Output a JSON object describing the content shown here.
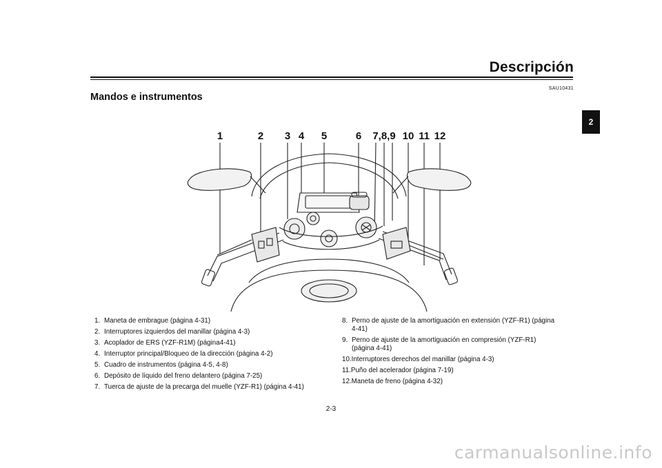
{
  "header": {
    "title": "Descripción",
    "doc_code": "SAU10431"
  },
  "section": {
    "heading": "Mandos e instrumentos"
  },
  "chapter_tab": "2",
  "figure": {
    "callouts": [
      "1",
      "2",
      "3",
      "4",
      "5",
      "6",
      "7,8,9",
      "10",
      "11",
      "12"
    ]
  },
  "legend": {
    "left": [
      {
        "num": "1.",
        "text": "Maneta de embrague (página 4-31)"
      },
      {
        "num": "2.",
        "text": "Interruptores izquierdos del manillar (página 4-3)"
      },
      {
        "num": "3.",
        "text": "Acoplador de ERS (YZF-R1M) (página4-41)"
      },
      {
        "num": "4.",
        "text": "Interruptor principal/Bloqueo de la dirección (página 4-2)"
      },
      {
        "num": "5.",
        "text": "Cuadro de instrumentos (página 4-5, 4-8)"
      },
      {
        "num": "6.",
        "text": "Depósito de líquido del freno delantero (página 7-25)"
      },
      {
        "num": "7.",
        "text": "Tuerca de ajuste de la precarga del muelle (YZF-R1) (página 4-41)"
      }
    ],
    "right": [
      {
        "num": "8.",
        "text": "Perno de ajuste de la amortiguación en extensión (YZF-R1) (página",
        "cont": "4-41)"
      },
      {
        "num": "9.",
        "text": "Perno de ajuste de la amortiguación en compresión (YZF-R1)",
        "cont": "(página 4-41)"
      },
      {
        "num": "10.",
        "text": "Interruptores derechos del manillar (página 4-3)"
      },
      {
        "num": "11.",
        "text": "Puño del acelerador (página 7-19)"
      },
      {
        "num": "12.",
        "text": "Maneta de freno (página 4-32)"
      }
    ]
  },
  "footer": {
    "page_number": "2-3",
    "watermark": "carmanualsonline.info"
  }
}
